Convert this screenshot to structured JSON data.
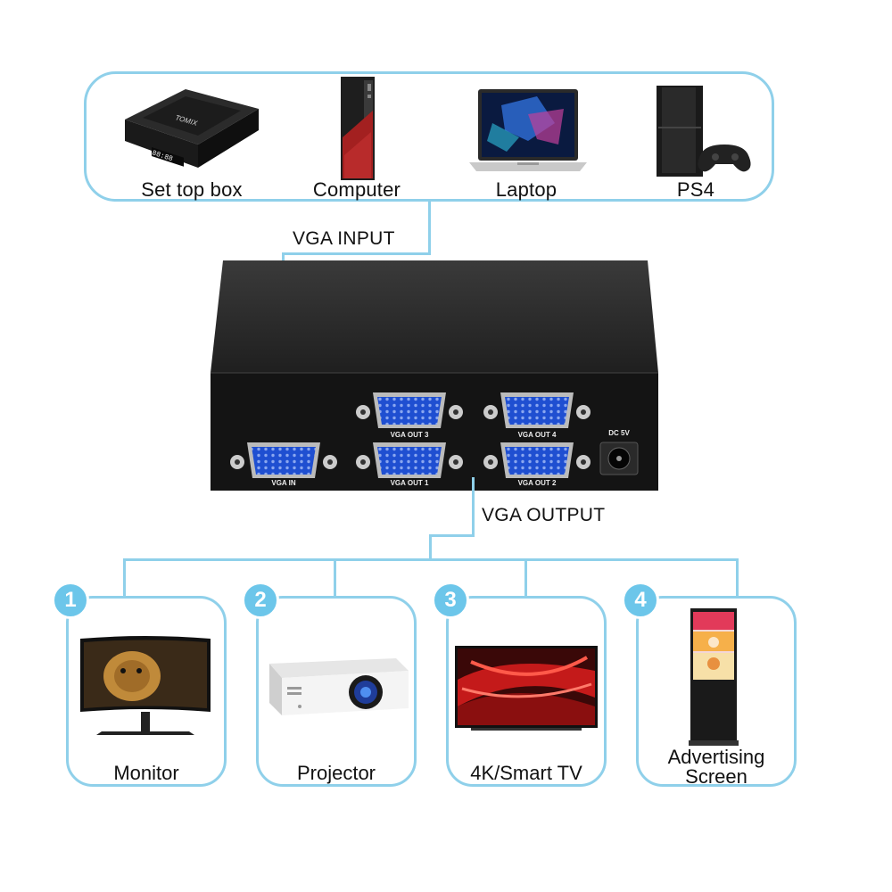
{
  "sources": [
    {
      "label": "Set top box",
      "icon": "set-top-box-icon"
    },
    {
      "label": "Computer",
      "icon": "computer-tower-icon"
    },
    {
      "label": "Laptop",
      "icon": "laptop-icon"
    },
    {
      "label": "PS4",
      "icon": "ps4-console-icon"
    }
  ],
  "set_top_box_brand": "TOMIX",
  "set_top_box_display": "88:88",
  "vga_input_label": "VGA INPUT",
  "vga_output_label": "VGA OUTPUT",
  "splitter": {
    "ports": {
      "in": "VGA IN",
      "out1": "VGA OUT 1",
      "out2": "VGA OUT 2",
      "out3": "VGA OUT 3",
      "out4": "VGA OUT 4",
      "dc": "DC 5V"
    }
  },
  "outputs": [
    {
      "number": "1",
      "label": "Monitor",
      "icon": "monitor-icon"
    },
    {
      "number": "2",
      "label": "Projector",
      "icon": "projector-icon"
    },
    {
      "number": "3",
      "label": "4K/Smart TV",
      "icon": "smart-tv-icon"
    },
    {
      "number": "4",
      "label_line1": "Advertising",
      "label_line2": "Screen",
      "icon": "advertising-screen-icon"
    }
  ],
  "colors": {
    "accent": "#8fd0ea",
    "badge": "#6cc6ea",
    "port_blue": "#1f4fd1",
    "device_black": "#141414"
  }
}
